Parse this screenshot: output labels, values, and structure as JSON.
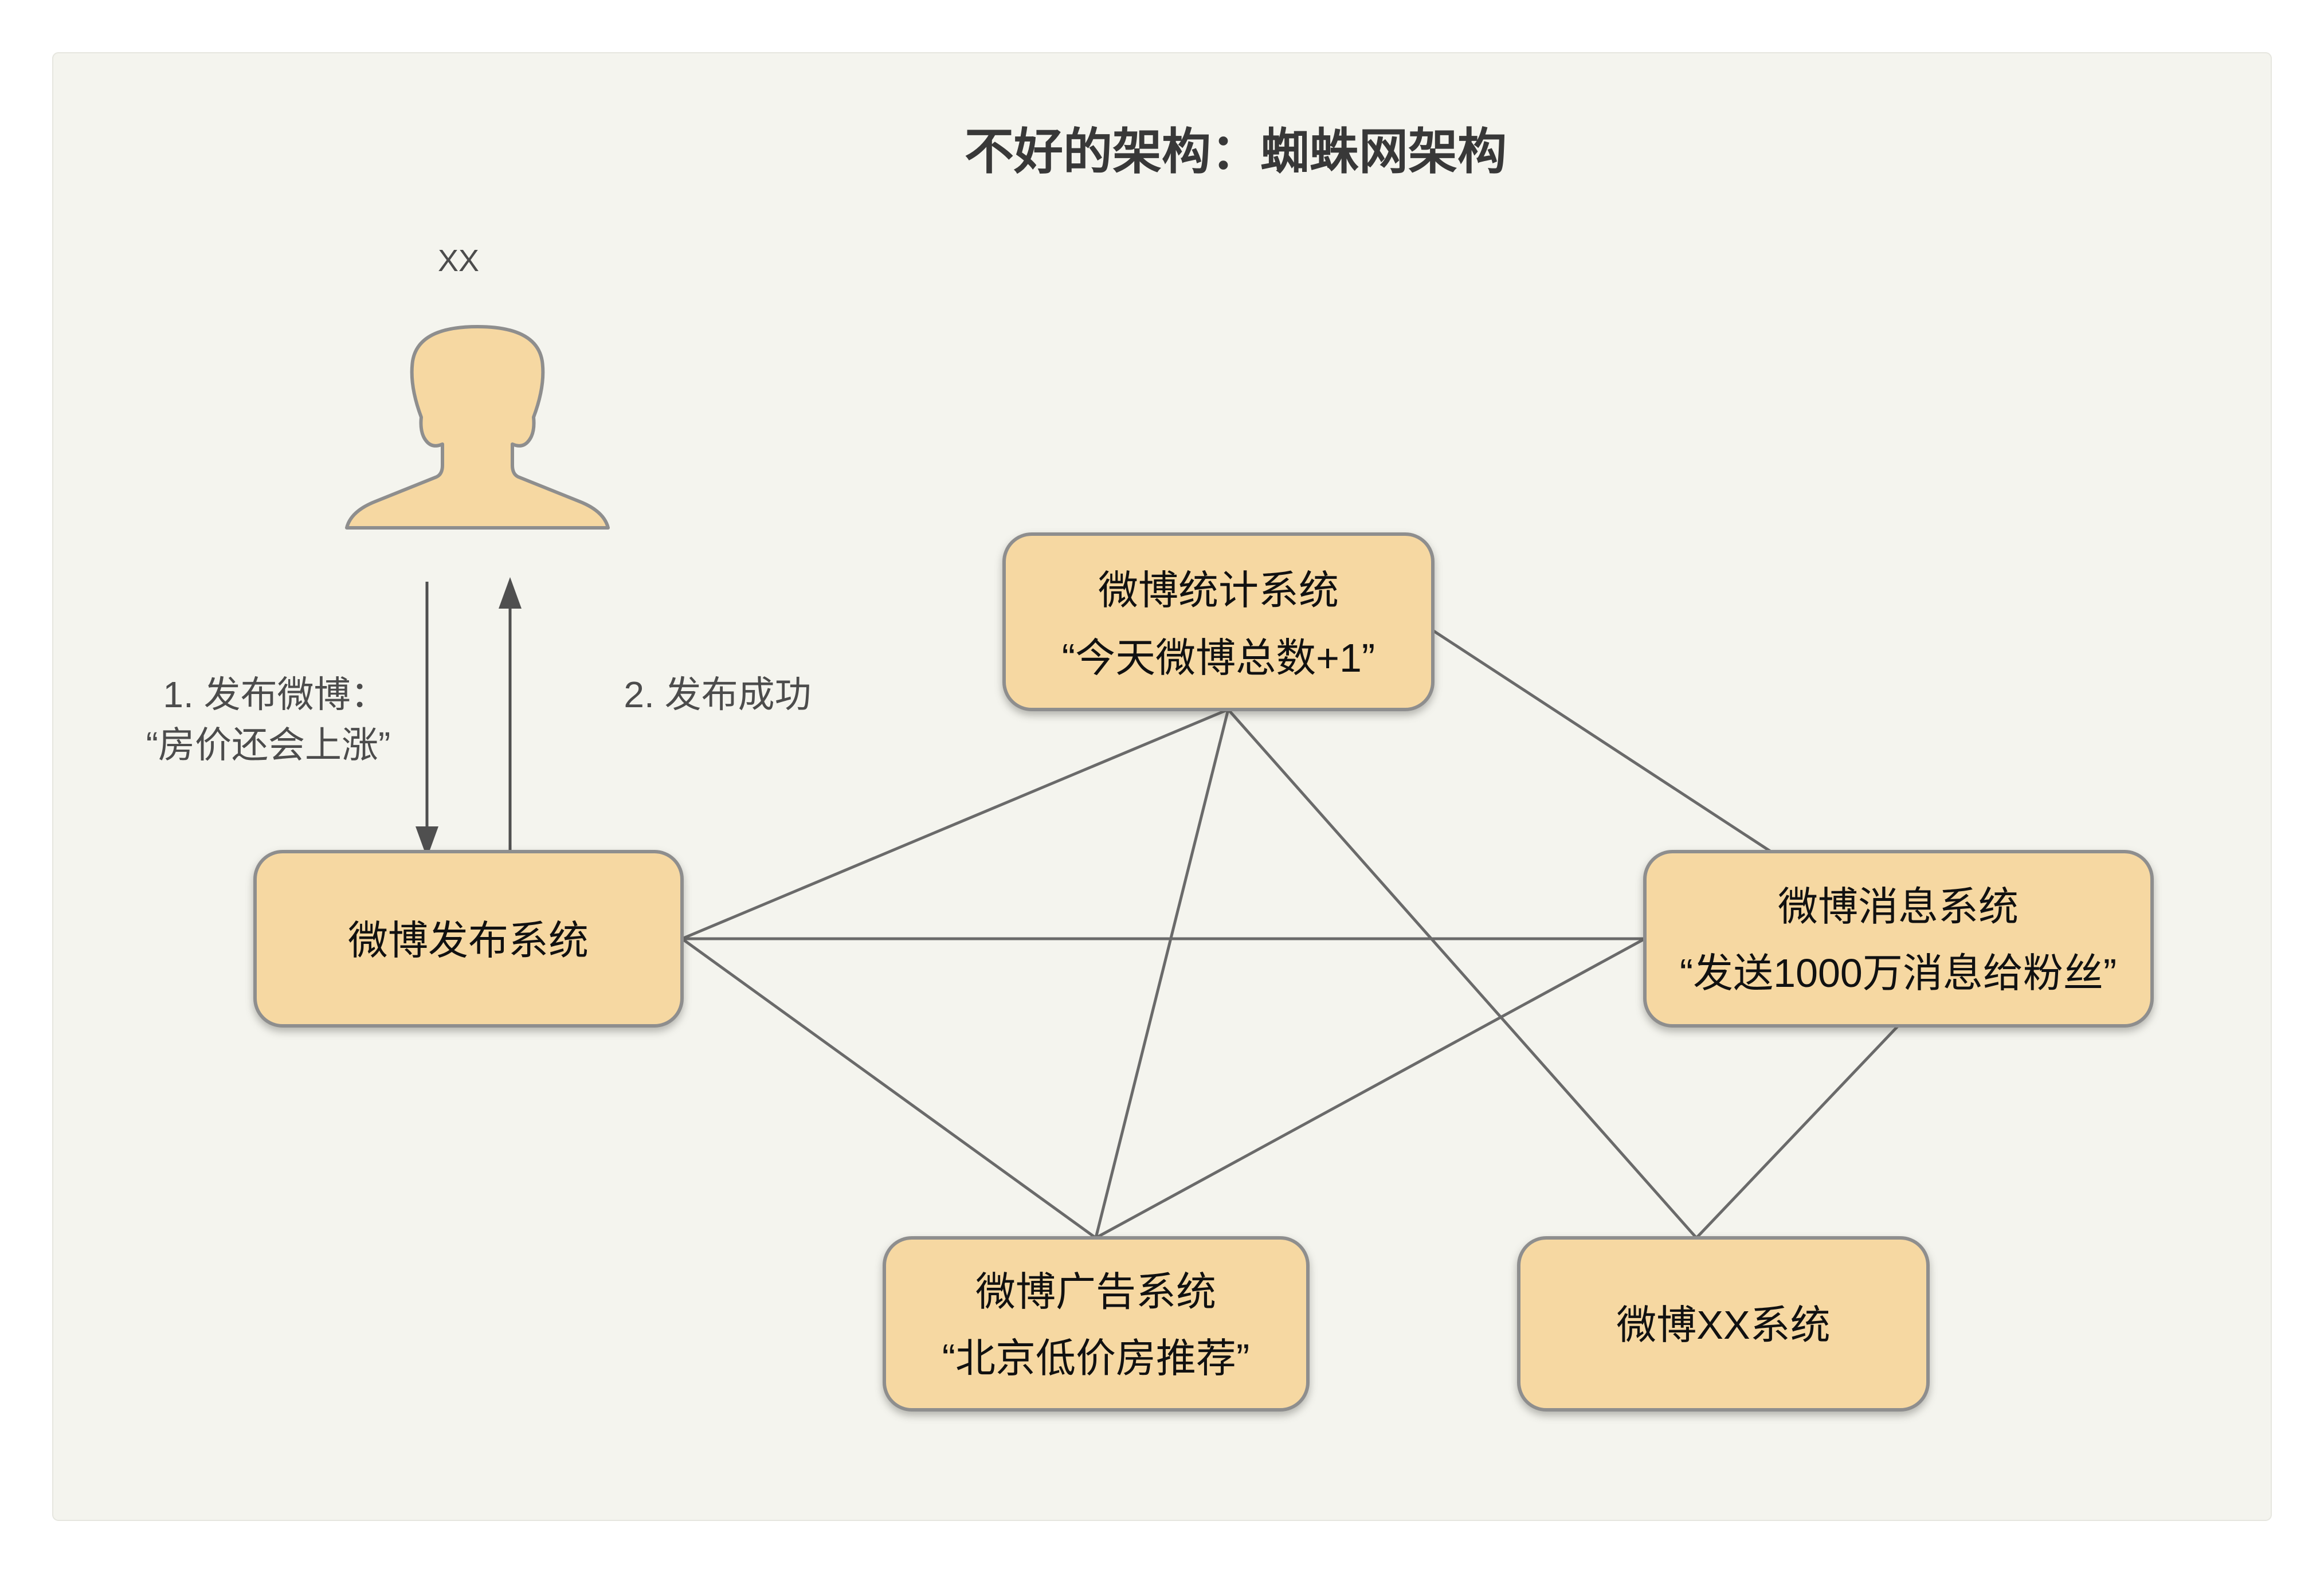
{
  "title": "不好的架构：蜘蛛网架构",
  "actor": {
    "name": "XX",
    "request_label_line1": "1. 发布微博：",
    "request_label_line2": "“房价还会上涨”",
    "response_label": "2. 发布成功"
  },
  "nodes": {
    "publish": {
      "title": "微博发布系统"
    },
    "stats": {
      "title": "微博统计系统",
      "subtitle": "“今天微博总数+1”"
    },
    "message": {
      "title": "微博消息系统",
      "subtitle": "“发送1000万消息给粉丝”"
    },
    "ads": {
      "title": "微博广告系统",
      "subtitle": "“北京低价房推荐”"
    },
    "xx": {
      "title": "微博XX系统"
    }
  },
  "colors": {
    "page_background": "#ffffff",
    "panel_background": "#f4f4ee",
    "node_fill": "#f6d8a2",
    "node_border": "#8e8e8e",
    "edge_line": "#6a6a6a",
    "arrow_and_label": "#4c4c4c",
    "title_text": "#383838",
    "node_text": "#111111"
  }
}
